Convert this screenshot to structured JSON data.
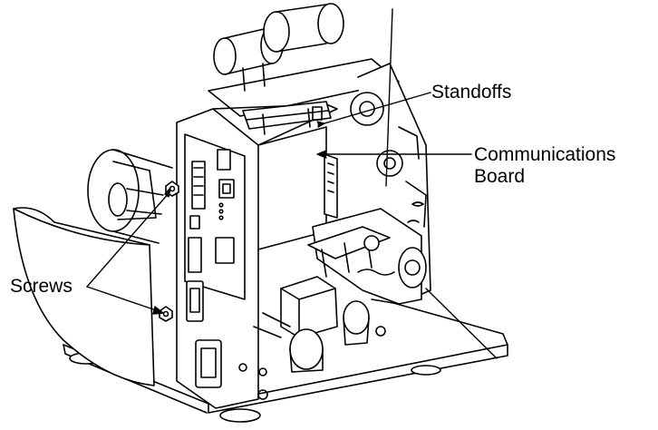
{
  "callouts": {
    "standoffs": "Standoffs",
    "communications_line1": "Communications",
    "communications_line2": "Board",
    "screws": "Screws"
  },
  "colors": {
    "line": "#000000",
    "fill": "#ffffff"
  }
}
